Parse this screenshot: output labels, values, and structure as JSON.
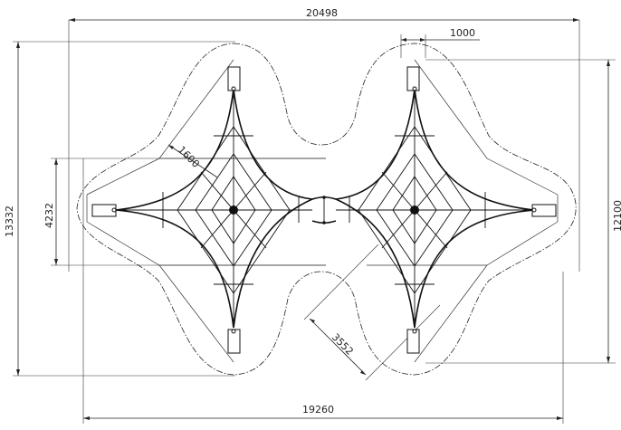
{
  "drawing": {
    "dimensions": {
      "overall_width_top": "20498",
      "overall_width_bottom": "19260",
      "overall_height_left": "13332",
      "height_right": "12100",
      "height_inner_left": "4232",
      "post_spacing": "1000",
      "clearance_radius": "1600",
      "diagonal": "3552"
    },
    "colors": {
      "line": "#111111",
      "background": "#ffffff"
    }
  }
}
